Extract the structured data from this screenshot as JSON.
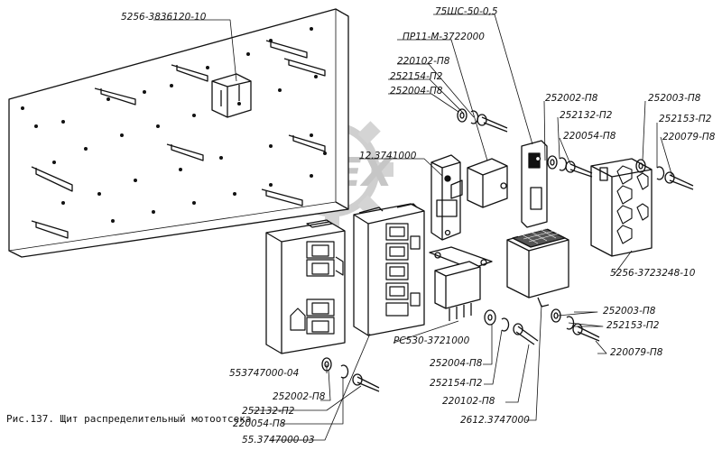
{
  "figure": {
    "caption": "Рис.137. Щит распределительный мотоотсека",
    "watermark": "OPEX"
  },
  "colors": {
    "ink": "#111111",
    "watermark": "#c8c8c8"
  },
  "callouts": {
    "panel": "5256-3836120-10",
    "fuse_link": "75ШС-50-0,5",
    "relay_pr11": "ПР11-М-3722000",
    "screw_220102_top": "220102-П8",
    "lockwasher_252154_top": "252154-П2",
    "washer_252004_top": "252004-П8",
    "relay_12_3741000": "12.3741000",
    "washer_252002_right": "252002-П8",
    "lockwasher_252132_right": "252132-П2",
    "screw_220054_right": "220054-П8",
    "washer_252003_top": "252003-П8",
    "lockwasher_252153_top": "252153-П2",
    "screw_220079_top": "220079-П8",
    "terminal_block": "5256-3723248-10",
    "relay_pc530": "РС530-3721000",
    "washer_252003_bottom": "252003-П8",
    "lockwasher_252153_bottom": "252153-П2",
    "screw_220079_bottom": "220079-П8",
    "fuse_block_553747": "553747000-04",
    "washer_252004_bottom": "252004-П8",
    "lockwasher_252154_bottom": "252154-П2",
    "screw_220102_bottom": "220102-П8",
    "washer_252002_bottom": "252002-П8",
    "lockwasher_252132_bottom": "252132-П2",
    "screw_220054_bottom": "220054-П8",
    "fuse_block_55_3747000": "55.3747000-03",
    "relay_2612": "2612.3747000"
  }
}
